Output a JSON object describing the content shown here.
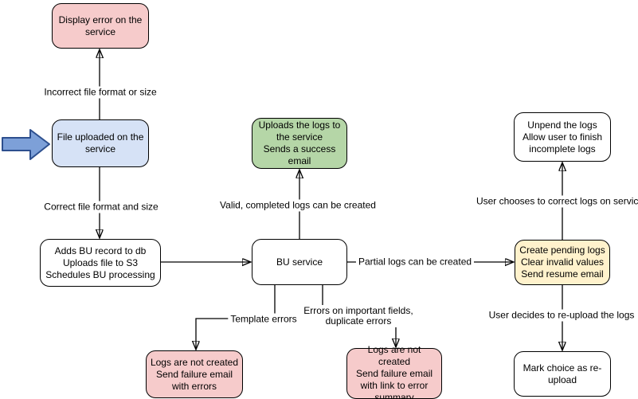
{
  "colors": {
    "node_pink": "#f6cbcb",
    "node_blue": "#d6e2f6",
    "node_green": "#b5d6a7",
    "node_yellow": "#fff2cc",
    "node_white": "#ffffff",
    "block_arrow_fill": "#7da0d8",
    "block_arrow_border": "#2d4f8e",
    "line": "#000000",
    "text": "#000000"
  },
  "nodes": {
    "display_error": {
      "label": "Display error on the service",
      "color": "pink"
    },
    "file_uploaded": {
      "label": "File uploaded on the service",
      "color": "blue"
    },
    "adds_bu_record": {
      "label": "Adds BU record to db\nUploads file to S3\nSchedules BU processing",
      "color": "white"
    },
    "uploads_logs": {
      "label": "Uploads the logs to the service\nSends a success email",
      "color": "green"
    },
    "bu_service": {
      "label": "BU service",
      "color": "white"
    },
    "logs_not_created_errors": {
      "label": "Logs are not created\nSend failure email with errors",
      "color": "pink"
    },
    "logs_not_created_summary": {
      "label": "Logs are not created\nSend failure email with link to error summary",
      "color": "pink"
    },
    "unpend_logs": {
      "label": "Unpend the logs\nAllow user to finish incomplete logs",
      "color": "white"
    },
    "create_pending_logs": {
      "label": "Create pending logs\nClear invalid values\nSend resume email",
      "color": "yellow"
    },
    "mark_choice_reupload": {
      "label": "Mark choice as re-upload",
      "color": "white"
    }
  },
  "edges": {
    "incorrect_format": {
      "label": "Incorrect file format or size"
    },
    "correct_format": {
      "label": "Correct file format and size"
    },
    "valid_completed": {
      "label": "Valid, completed logs can be created"
    },
    "partial_logs": {
      "label": "Partial logs can be created"
    },
    "template_errors": {
      "label": "Template errors"
    },
    "important_field_errors": {
      "label": "Errors on important fields,\nduplicate errors"
    },
    "user_chooses_correct": {
      "label": "User chooses to correct logs on service"
    },
    "user_decides_reupload": {
      "label": "User decides to re-upload the logs"
    }
  }
}
